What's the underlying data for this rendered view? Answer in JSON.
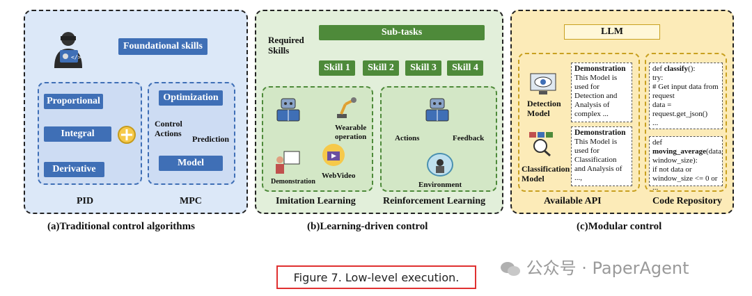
{
  "panel_a": {
    "foundational": "Foundational skills",
    "proportional": "Proportional",
    "integral": "Integral",
    "derivative": "Derivative",
    "optimization": "Optimization",
    "control_actions": "Control\nActions",
    "prediction": "Prediction",
    "model": "Model",
    "pid": "PID",
    "mpc": "MPC",
    "caption": "(a)Traditional control algorithms"
  },
  "panel_b": {
    "required_skills": "Required\nSkills",
    "subtasks": "Sub-tasks",
    "skills": [
      "Skill 1",
      "Skill 2",
      "Skill 3",
      "Skill 4"
    ],
    "wearable": "Wearable\noperation",
    "demonstration": "Demonstration",
    "webvideo": "WebVideo",
    "actions": "Actions",
    "feedback": "Feedback",
    "environment": "Environment",
    "imitation": "Imitation Learning",
    "reinforcement": "Reinforcement Learning",
    "caption": "(b)Learning-driven control"
  },
  "panel_c": {
    "llm": "LLM",
    "detection_model": "Detection\nModel",
    "classification_model": "Classification\nModel",
    "demo1_title": "Demonstration",
    "demo1_text": "This Model is used for Detection and Analysis of complex ...",
    "demo2_title": "Demonstration",
    "demo2_text": "This Model is used for Classification and Analysis of ...,",
    "code1_prefix": "def ",
    "code1_name": "classify",
    "code1_rest": "():\n  try:\n    # Get input data from request\n    data = request.get_json()\n...",
    "code2_prefix": "def ",
    "code2_name": "moving_average",
    "code2_rest": "(data, window_size):\n  if not data or window_size <= 0 or\n...",
    "available_api": "Available API",
    "code_repo": "Code Repository",
    "caption": "(c)Modular control"
  },
  "figure_caption": "Figure 7. Low-level execution.",
  "watermark": "公众号 · PaperAgent",
  "colors": {
    "blue_fill": "#dce8f8",
    "blue_box": "#3f6fb6",
    "green_fill": "#e2efda",
    "green_box": "#4e8a3a",
    "yellow_fill": "#fcebb8",
    "caption_border": "#e03030"
  }
}
